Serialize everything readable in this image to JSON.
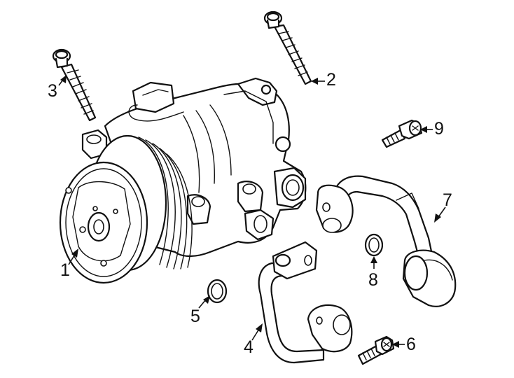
{
  "callouts": [
    {
      "id": "1",
      "label": "1",
      "part": "compressor"
    },
    {
      "id": "2",
      "label": "2",
      "part": "long-bolt-right"
    },
    {
      "id": "3",
      "label": "3",
      "part": "long-bolt-left"
    },
    {
      "id": "4",
      "label": "4",
      "part": "discharge-hose"
    },
    {
      "id": "5",
      "label": "5",
      "part": "o-ring-left"
    },
    {
      "id": "6",
      "label": "6",
      "part": "short-bolt-lower"
    },
    {
      "id": "7",
      "label": "7",
      "part": "suction-hose"
    },
    {
      "id": "8",
      "label": "8",
      "part": "o-ring-right"
    },
    {
      "id": "9",
      "label": "9",
      "part": "short-bolt-upper"
    }
  ],
  "colors": {
    "line": "#111111",
    "background": "#ffffff"
  }
}
